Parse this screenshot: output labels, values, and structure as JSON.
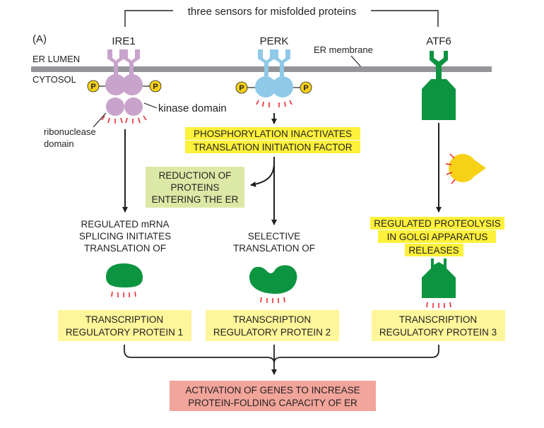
{
  "panel_label": "(A)",
  "header": "three sensors for misfolded proteins",
  "sensors": {
    "ire1": "IRE1",
    "perk": "PERK",
    "atf6": "ATF6"
  },
  "regions": {
    "er_lumen": "ER LUMEN",
    "cytosol": "CYTOSOL",
    "er_membrane": "ER membrane"
  },
  "phospho_label": "P",
  "domains": {
    "kinase": "kinase domain",
    "ribonuclease_line1": "ribonuclease",
    "ribonuclease_line2": "domain"
  },
  "perk_effect": {
    "line1": "PHOSPHORYLATION INACTIVATES",
    "line2": "TRANSLATION INITIATION FACTOR"
  },
  "reduction": {
    "line1": "REDUCTION OF",
    "line2": "PROTEINS",
    "line3": "ENTERING THE ER"
  },
  "ire1_path": {
    "line1": "REGULATED mRNA",
    "line2": "SPLICING INITIATES",
    "line3": "TRANSLATION OF"
  },
  "perk_path": {
    "line1": "SELECTIVE",
    "line2": "TRANSLATION OF"
  },
  "atf6_path": {
    "line1": "REGULATED PROTEOLYSIS",
    "line2": "IN GOLGI APPARATUS",
    "line3": "RELEASES"
  },
  "proteins": {
    "p1_line1": "TRANSCRIPTION",
    "p1_line2": "REGULATORY PROTEIN 1",
    "p2_line1": "TRANSCRIPTION",
    "p2_line2": "REGULATORY PROTEIN 2",
    "p3_line1": "TRANSCRIPTION",
    "p3_line2": "REGULATORY PROTEIN 3"
  },
  "outcome": {
    "line1": "ACTIVATION OF GENES TO INCREASE",
    "line2": "PROTEIN-FOLDING CAPACITY OF ER"
  },
  "colors": {
    "ire1": "#c8a3cb",
    "perk": "#8fc9e8",
    "atf6": "#0d9440",
    "membrane": "#939598",
    "phospho": "#f7d117",
    "highlight": "#fdf13b",
    "pale_yellow": "#fef69a",
    "pale_green": "#dce9a6",
    "pink": "#f2a59b",
    "tick_red": "#ed1c24",
    "arrow": "#231f20"
  }
}
